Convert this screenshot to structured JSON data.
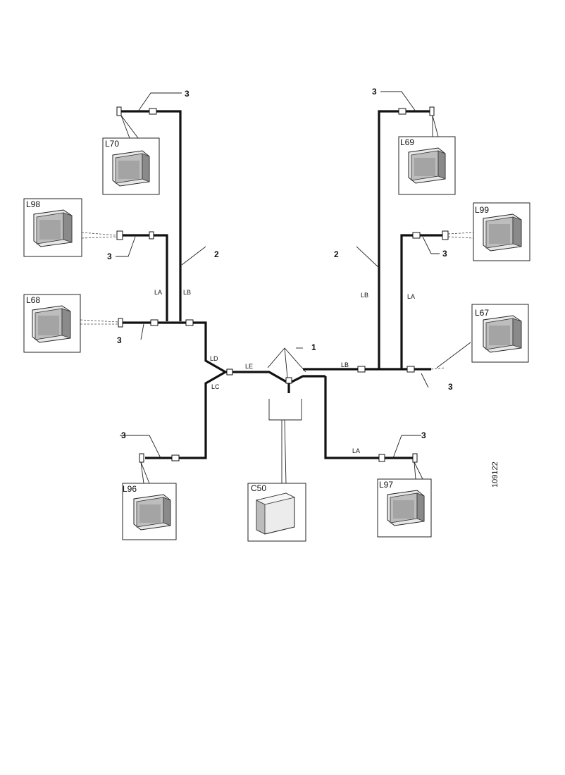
{
  "figure": {
    "id": "109122"
  },
  "components": [
    {
      "id": "L70"
    },
    {
      "id": "L98"
    },
    {
      "id": "L68"
    },
    {
      "id": "L96"
    },
    {
      "id": "C50"
    },
    {
      "id": "L97"
    },
    {
      "id": "L67"
    },
    {
      "id": "L99"
    },
    {
      "id": "L69"
    }
  ],
  "callouts": {
    "item1": "1",
    "item2": "2",
    "item3": "3"
  },
  "wire_codes": {
    "LA": "LA",
    "LB": "LB",
    "LC": "LC",
    "LD": "LD",
    "LE": "LE"
  }
}
